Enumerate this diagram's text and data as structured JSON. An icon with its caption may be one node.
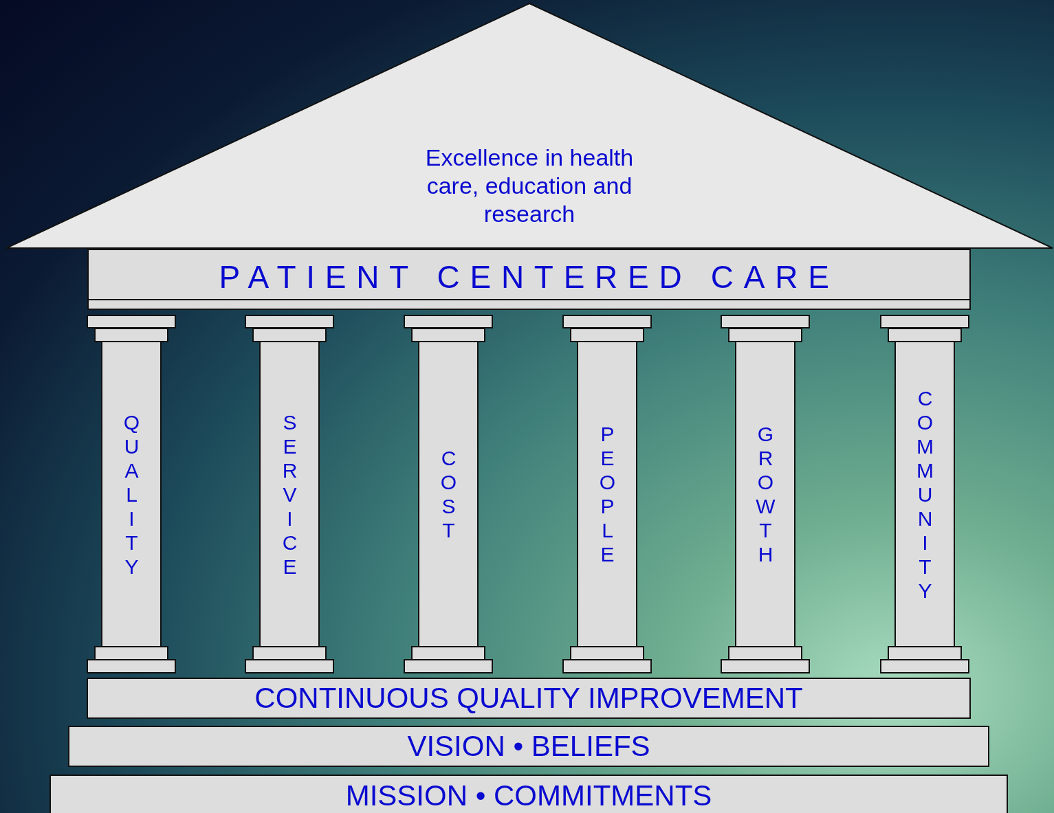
{
  "diagram": {
    "nodes": [
      {
        "text": [
          "Excellence in health care, education and research"
        ]
      },
      {
        "text": [
          "PATIENT CENTERED CARE"
        ]
      },
      {
        "text": [
          "QUALITY"
        ]
      },
      {
        "text": [
          "SERVICE"
        ]
      },
      {
        "text": [
          "COST"
        ]
      },
      {
        "text": [
          "PEOPLE"
        ]
      },
      {
        "text": [
          "GROWTH"
        ]
      },
      {
        "text": [
          "COMMUNITY"
        ]
      },
      {
        "text": [
          "CONTINUOUS QUALITY IMPROVEMENT"
        ]
      },
      {
        "text": [
          "VISION • BELIEFS"
        ]
      },
      {
        "text": [
          "MISSION • COMMITMENTS"
        ]
      }
    ]
  }
}
